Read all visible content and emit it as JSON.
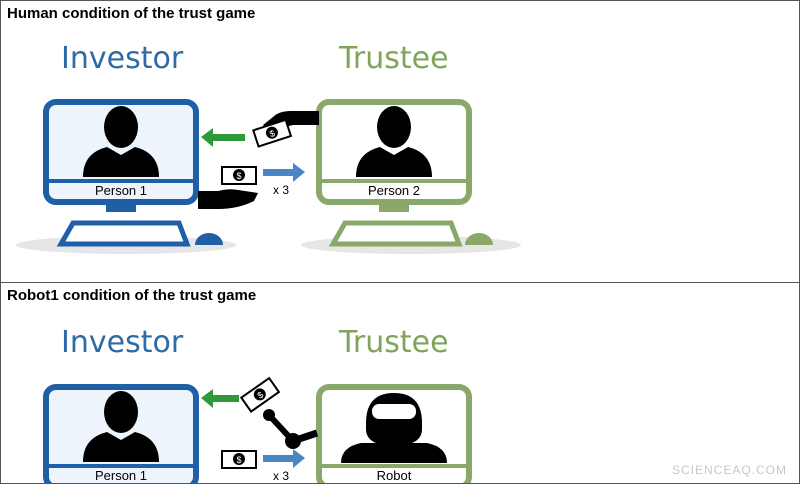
{
  "panels": [
    {
      "title": "Human condition of the trust game",
      "investor_label": "Investor",
      "trustee_label": "Trustee",
      "investor_screen_label": "Person 1",
      "trustee_screen_label": "Person 2",
      "multiplier": "x 3"
    },
    {
      "title": "Robot1 condition of the trust game",
      "investor_label": "Investor",
      "trustee_label": "Trustee",
      "investor_screen_label": "Person 1",
      "trustee_screen_label": "Robot",
      "multiplier": "x 3"
    }
  ],
  "money_symbol": "$",
  "watermark": "SCIENCEAQ.COM",
  "colors": {
    "investor_blue": "#1f5fa8",
    "trustee_green": "#8aa86a",
    "arrow_green": "#2e9a3a",
    "arrow_blue": "#4a86c6"
  }
}
